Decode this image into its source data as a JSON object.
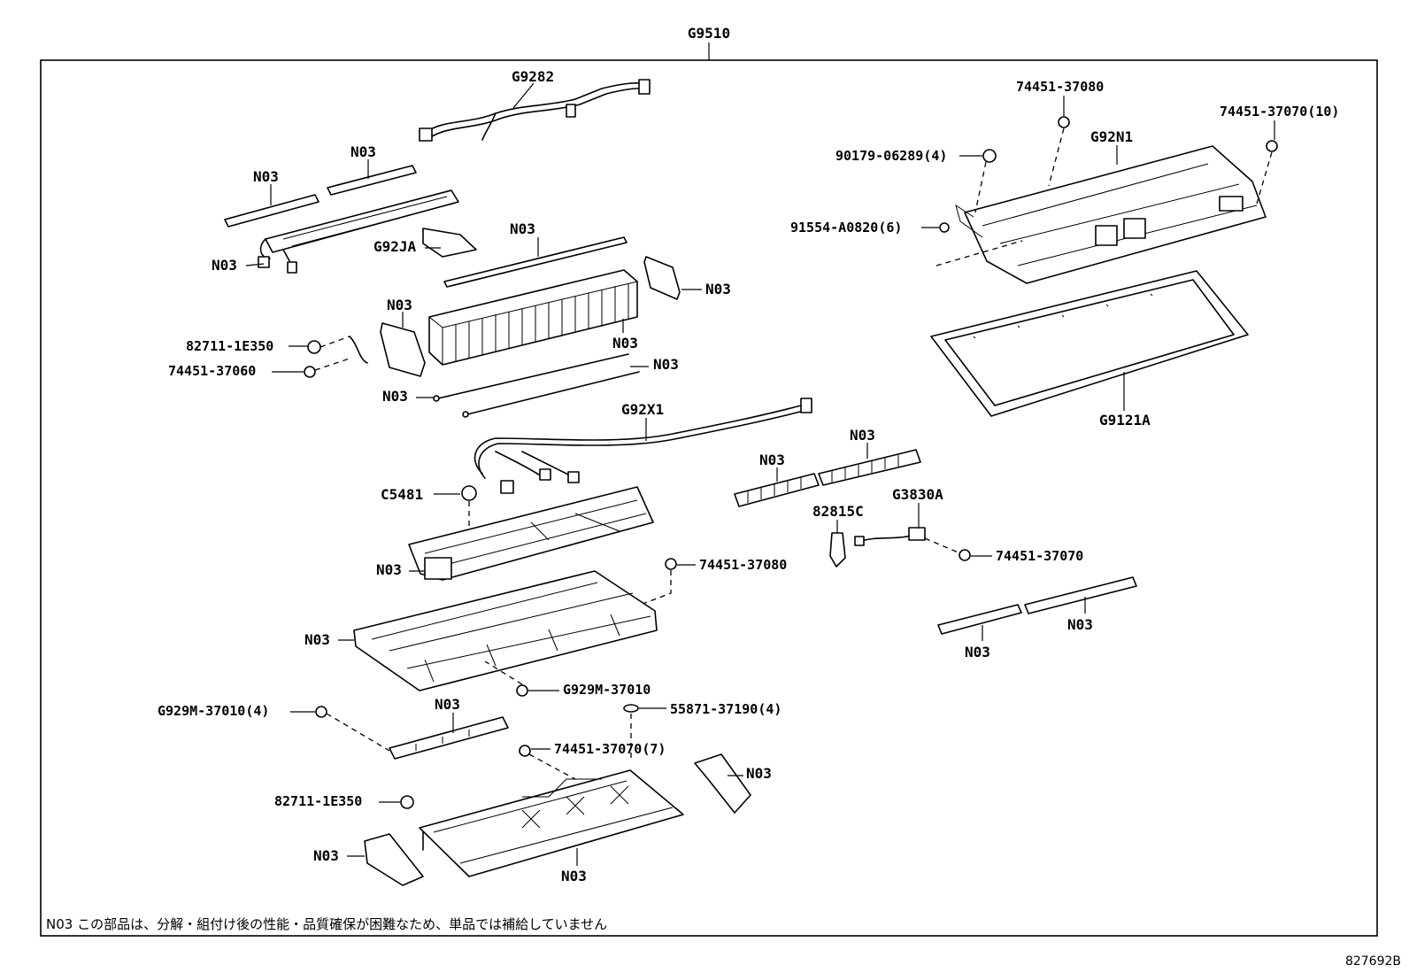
{
  "title": "G9510",
  "footnote": "N03 この部品は、分解・組付け後の性能・品質確保が困難なため、単品では補給していません",
  "drawing_code": "827692B",
  "labels": {
    "g9282": "G9282",
    "n03": "N03",
    "g92ja": "G92JA",
    "p82711_1e350": "82711-1E350",
    "p74451_37060": "74451-37060",
    "g92x1": "G92X1",
    "c5481": "C5481",
    "p74451_37080": "74451-37080",
    "g929m_37010": "G929M-37010",
    "g929m_37010_4": "G929M-37010(4)",
    "p55871_37190_4": "55871-37190(4)",
    "p74451_37070_7": "74451-37070(7)",
    "p82815c": "82815C",
    "g3830a": "G3830A",
    "p74451_37070": "74451-37070",
    "p74451_37070_10": "74451-37070(10)",
    "g92n1": "G92N1",
    "p90179_06289_4": "90179-06289(4)",
    "p91554_a0820_6": "91554-A0820(6)",
    "g9121a": "G9121A"
  }
}
